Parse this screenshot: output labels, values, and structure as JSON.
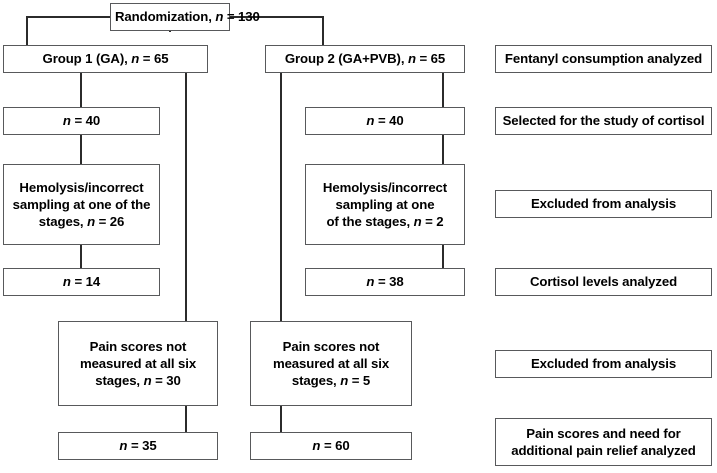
{
  "diagram": {
    "type": "consort-flow-diagram",
    "title": "Randomization flow diagram",
    "colors": {
      "box_border": "#58595b",
      "connector": "#2b2b2b",
      "background": "#ffffff",
      "text": "#000000"
    },
    "nodes": {
      "randomization": {
        "lines": [
          "Randomization, n = 130"
        ],
        "n": 130
      },
      "group1": {
        "lines": [
          "Group 1 (GA), n = 65"
        ],
        "n": 65
      },
      "group2": {
        "lines": [
          "Group 2 (GA+PVB), n = 65"
        ],
        "n": 65
      },
      "g1_selected": {
        "lines": [
          "n = 40"
        ],
        "n": 40
      },
      "g2_selected": {
        "lines": [
          "n = 40"
        ],
        "n": 40
      },
      "g1_hemolysis": {
        "lines": [
          "Hemolysis/incorrect",
          "sampling at one of the",
          "stages, n = 26"
        ],
        "n": 26
      },
      "g2_hemolysis": {
        "lines": [
          "Hemolysis/incorrect",
          "sampling at one",
          "of the stages, n = 2"
        ],
        "n": 2
      },
      "g1_cortisol": {
        "lines": [
          "n = 14"
        ],
        "n": 14
      },
      "g2_cortisol": {
        "lines": [
          "n = 38"
        ],
        "n": 38
      },
      "g1_painexcl": {
        "lines": [
          "Pain scores not",
          "measured at all six",
          "stages, n = 30"
        ],
        "n": 30
      },
      "g2_painexcl": {
        "lines": [
          "Pain scores not",
          "measured at all six",
          "stages, n = 5"
        ],
        "n": 5
      },
      "g1_painfinal": {
        "lines": [
          "n = 35"
        ],
        "n": 35
      },
      "g2_painfinal": {
        "lines": [
          "n = 60"
        ],
        "n": 60
      },
      "label_fentanyl": {
        "lines": [
          "Fentanyl consumption analyzed"
        ]
      },
      "label_cortisol_selected": {
        "lines": [
          "Selected for the study of cortisol"
        ]
      },
      "label_excluded_1": {
        "lines": [
          "Excluded from analysis"
        ]
      },
      "label_cortisol_analyzed": {
        "lines": [
          "Cortisol levels analyzed"
        ]
      },
      "label_excluded_2": {
        "lines": [
          "Excluded from analysis"
        ]
      },
      "label_pain_analyzed": {
        "lines": [
          "Pain scores and need for",
          "additional pain relief analyzed"
        ]
      }
    }
  }
}
